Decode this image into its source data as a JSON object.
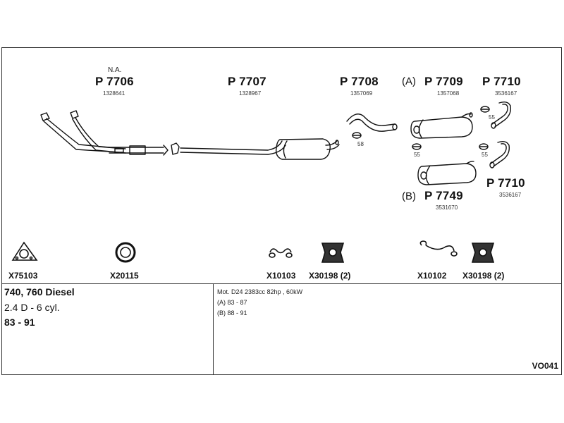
{
  "parts": [
    {
      "name": "N.A.",
      "number": "P 7706",
      "oem": "1328641"
    },
    {
      "number": "P 7707",
      "oem": "1328967"
    },
    {
      "number": "P 7708",
      "oem": "1357069"
    },
    {
      "variant": "(A)",
      "number": "P 7709",
      "oem": "1357068"
    },
    {
      "number": "P 7710",
      "oem": "3536167"
    },
    {
      "number": "P 7710",
      "oem": "3536167"
    },
    {
      "variant": "(B)",
      "number": "P 7749",
      "oem": "3531670"
    }
  ],
  "clamp_sizes": [
    "58",
    "55",
    "55",
    "55"
  ],
  "accessories": [
    {
      "code": "X75103",
      "icon": "flange-gasket-icon"
    },
    {
      "code": "X20115",
      "icon": "ring-gasket-icon"
    },
    {
      "code": "X10103",
      "icon": "rubber-hanger-icon"
    },
    {
      "code": "X30198 (2)",
      "icon": "mounting-block-icon"
    },
    {
      "code": "X10102",
      "icon": "rubber-hanger-icon"
    },
    {
      "code": "X30198 (2)",
      "icon": "mounting-block-icon"
    }
  ],
  "vehicle": {
    "model": "740, 760 Diesel",
    "engine": "2.4 D - 6 cyl.",
    "years": "83 - 91"
  },
  "specs": [
    "Mot. D24 2383cc 82hp , 60kW",
    "(A) 83 - 87",
    "(B) 88 - 91"
  ],
  "reference": "VO041"
}
